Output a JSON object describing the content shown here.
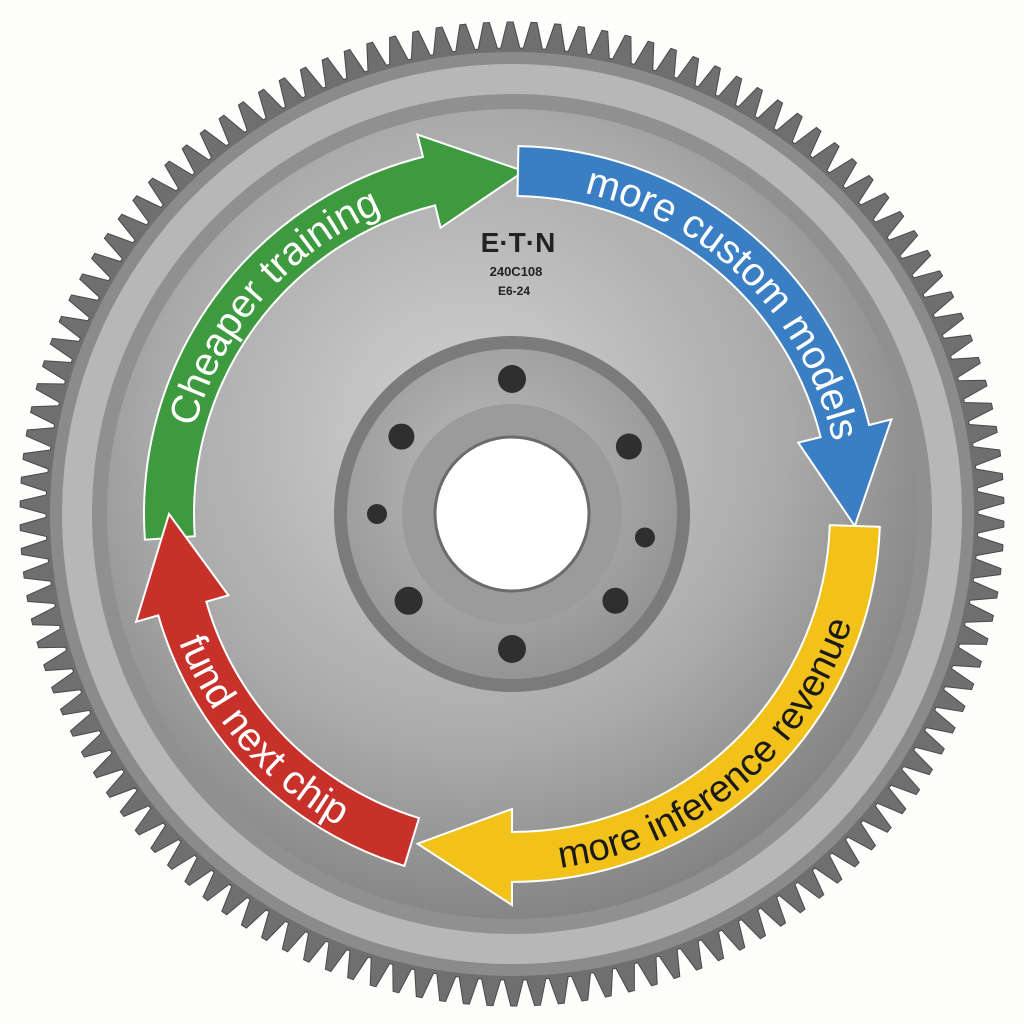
{
  "cycle": {
    "steps": [
      {
        "label": "Cheaper training",
        "color": "#3d9a3f"
      },
      {
        "label": "more custom models",
        "color": "#3a7fc4"
      },
      {
        "label": "more inference revenue",
        "color": "#f2c21a"
      },
      {
        "label": "fund next chip",
        "color": "#c8302a"
      }
    ]
  },
  "flywheel": {
    "brand": "E·T·N",
    "part_number": "240C108",
    "code": "E6-24"
  }
}
